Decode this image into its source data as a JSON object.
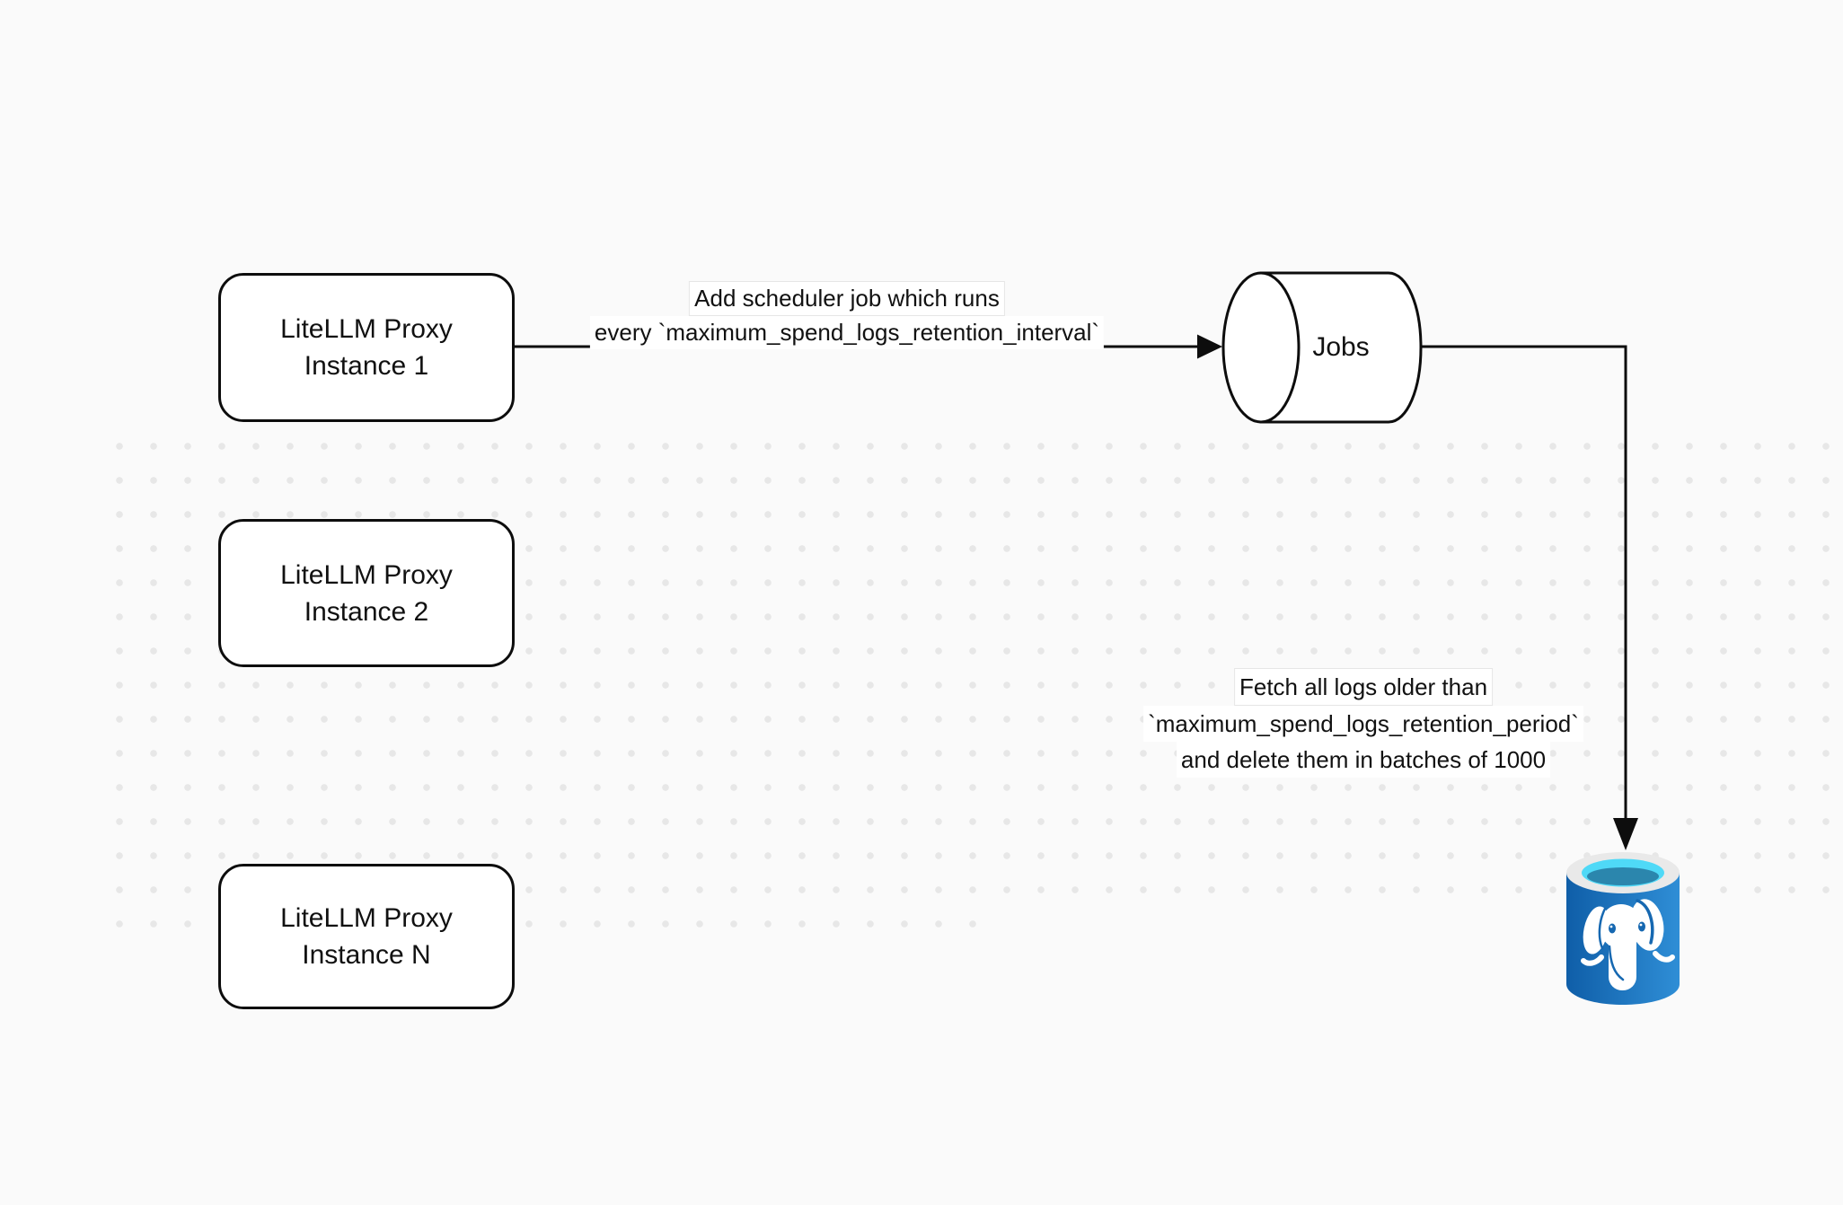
{
  "css_vars": {
    "canvas-bg": "#fafafa",
    "dot-color": "#e7e7e7",
    "ink": "#0d0d0d",
    "node-fill": "#ffffff",
    "label-bg": "#ffffff",
    "label-border": "#e6e6e6",
    "pg-left": "#0f5ea8",
    "pg-right": "#2f8ed6",
    "pg-rim": "#e9e9e9",
    "pg-opening": "#4fd9f7",
    "pg-liquid": "#2b86ad",
    "pg-accent": "#1668b1"
  },
  "nodes": {
    "proxy1": {
      "line1": "LiteLLM Proxy",
      "line2": "Instance 1"
    },
    "proxy2": {
      "line1": "LiteLLM Proxy",
      "line2": "Instance 2"
    },
    "proxyN": {
      "line1": "LiteLLM Proxy",
      "line2": "Instance N"
    },
    "jobs": {
      "label": "Jobs"
    },
    "postgres": {
      "icon": "postgresql-database-icon"
    }
  },
  "edges": {
    "scheduler": {
      "line1": "Add scheduler job which runs",
      "line2": "every `maximum_spend_logs_retention_interval`"
    },
    "fetch_delete": {
      "line1": "Fetch all logs older than",
      "line2": "`maximum_spend_logs_retention_period`",
      "line3": "and delete them in batches of 1000"
    }
  }
}
